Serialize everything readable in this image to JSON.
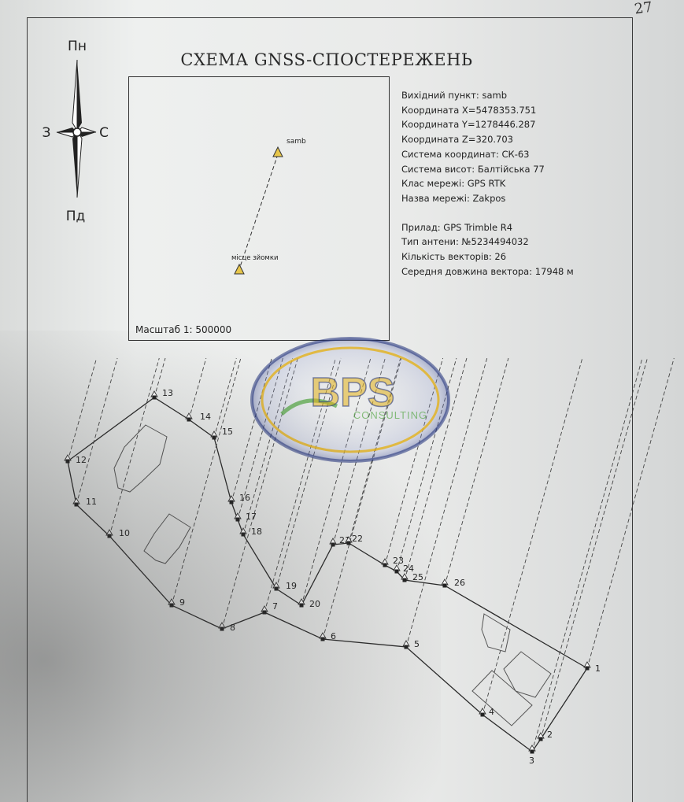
{
  "page_number": "27",
  "title": "СХЕМА GNSS-СПОСТЕРЕЖЕНЬ",
  "compass": {
    "north": "Пн",
    "south": "Пд",
    "west": "З",
    "east": "С"
  },
  "overview_map": {
    "base_label": "samb",
    "site_label": "місце зйомки",
    "scale": "Масштаб 1: 500000"
  },
  "info": {
    "base_point": "Вихідний пункт: samb",
    "coord_x": "Координата X=5478353.751",
    "coord_y": "Координата Y=1278446.287",
    "coord_z": "Координата Z=320.703",
    "coord_system": "Система координат: СК-63",
    "height_system": "Система висот: Балтійська 77",
    "network_class": "Клас мережі: GPS RTK",
    "network_name": "Назва мережі: Zakpos",
    "device": "Прилад: GPS Trimble R4",
    "antenna": "Тип антени: №5234494032",
    "vectors": "Кількість векторів: 26",
    "avg_length": "Середня довжина вектора: 17948 м"
  },
  "watermark": {
    "brand": "BPS",
    "tagline": "CONSULTING",
    "colors": {
      "navy": "#1f2f7a",
      "gold": "#e3b21a",
      "green": "#5aa84a"
    }
  },
  "survey_points": [
    {
      "id": "1",
      "label": "1"
    },
    {
      "id": "2",
      "label": "2"
    },
    {
      "id": "3",
      "label": "3"
    },
    {
      "id": "4",
      "label": "4"
    },
    {
      "id": "5",
      "label": "5"
    },
    {
      "id": "6",
      "label": "6"
    },
    {
      "id": "7",
      "label": "7"
    },
    {
      "id": "8",
      "label": "8"
    },
    {
      "id": "9",
      "label": "9"
    },
    {
      "id": "10",
      "label": "10"
    },
    {
      "id": "11",
      "label": "11"
    },
    {
      "id": "12",
      "label": "12"
    },
    {
      "id": "13",
      "label": "13"
    },
    {
      "id": "14",
      "label": "14"
    },
    {
      "id": "15",
      "label": "15"
    },
    {
      "id": "16",
      "label": "16"
    },
    {
      "id": "17",
      "label": "17"
    },
    {
      "id": "18",
      "label": "18"
    },
    {
      "id": "19",
      "label": "19"
    },
    {
      "id": "20",
      "label": "20"
    },
    {
      "id": "21",
      "label": "21"
    },
    {
      "id": "22",
      "label": "22"
    },
    {
      "id": "23",
      "label": "23"
    },
    {
      "id": "24",
      "label": "24"
    },
    {
      "id": "25",
      "label": "25"
    },
    {
      "id": "26",
      "label": "26"
    }
  ]
}
